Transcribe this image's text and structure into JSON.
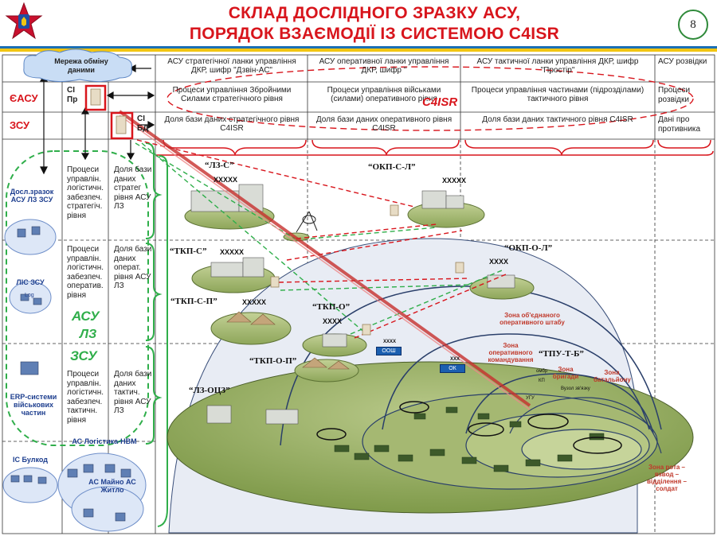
{
  "header": {
    "title_line1": "СКЛАД ДОСЛІДНОГО ЗРАЗКУ АСУ,",
    "title_line2": "ПОРЯДОК ВЗАЄМОДІЇ ІЗ СИСТЕМОЮ С4ISR",
    "page_number": "8"
  },
  "colors": {
    "accent_red": "#d8151c",
    "green": "#2f8a3a",
    "blue": "#1b6fb5",
    "yellow": "#f2c511"
  },
  "network": {
    "label": "Мережа обміну даними"
  },
  "rows": {
    "easu": "ЄАСУ",
    "zsu": "ЗСУ"
  },
  "si": {
    "pr": "СІ Пр",
    "bd": "СІ БД"
  },
  "columns": {
    "strategic": "АСУ стратегічної ланки управління ДКР, шифр \"Дзвін-АС\"",
    "operational": "АСУ оперативної ланки управління ДКР, шифр \"",
    "tactical": "АСУ тактичної ланки управління ДКР, шифр \"Простір\"",
    "intel": "АСУ розвідки"
  },
  "processes": {
    "strategic": "Процеси управління Збройними Силами стратегічного рівня",
    "operational": "Процеси управління військами (силами) оперативного рівня",
    "tactical": "Процеси управління частинами (підрозділами) тактичного рівня",
    "intel": "Процеси розвідки"
  },
  "databases": {
    "strategic": "Доля бази даних стратегічного рівня С4ISR",
    "operational": "Доля бази даних оперативного рівня С4ISR",
    "tactical": "Доля бази даних тактичного рівня С4ISR",
    "intel": "Дані про противника"
  },
  "c4isr_overlay": "С4ISR",
  "left_rows": {
    "r1_proc": "Процеси управлін. логістичн. забезпеч. стратегіч. рівня",
    "r1_db": "Доля бази даних стратег рівня АСУ ЛЗ",
    "r2_proc": "Процеси управлін. логістичн. забезпеч. оператив. рівня",
    "r2_db": "Доля бази даних операт. рівня АСУ ЛЗ",
    "r3_proc": "Процеси управлін. логістичн. забезпеч. тактичн. рівня",
    "r3_db": "Доля бази даних тактич. рівня АСУ ЛЗ"
  },
  "asu_lz": {
    "line1": "АСУ",
    "line2": "ЛЗ",
    "line3": "ЗСУ"
  },
  "left_systems": {
    "dosl": "Досл.зразок АСУ ЛЗ ЗСУ",
    "lis": "ЛІС ЗСУ",
    "lis_inner": "Log",
    "erp": "ERP-системи військових частин",
    "is_bulkod": "ІС Булкод",
    "as_log": "АС Логістика-НВМ",
    "as_majno": "АС Майно АС Житло"
  },
  "nodes": {
    "lz_s": "“ЛЗ-С”",
    "lz_s_x": "ХХХХХ",
    "okp_s_l": "“ОКП-С-Л”",
    "okp_s_l_x": "ХХХХХ",
    "tkp_s": "“ТКП-С”",
    "tkp_s_x": "ХХХХХ",
    "tkp_s_p": "“ТКП-С-П”",
    "tkp_s_p_x": "ХХХХХ",
    "tkp_o": "“ТКП-О”",
    "tkp_o_x": "ХХХХ",
    "okp_o_l": "“ОКП-О-Л”",
    "okp_o_l_x": "ХХХХ",
    "tkp_o_p": "“ТКП-О-П”",
    "tpu_t_b": "“ТПУ-Т-Б”",
    "lz_ots": "“ЛЗ-ОЦЗ”"
  },
  "boxes": {
    "oosh": "ООШ",
    "oosh_x": "ХХХХ",
    "ok": "ОК",
    "ok_x": "ХХХ"
  },
  "zones": {
    "united_staff": "Зона об'єднаного оперативного штабу",
    "op_command": "Зона оперативного командування",
    "brigade": "Зона бригади",
    "battalion": "Зона батальйону",
    "company": "Зона рота – взвод – відділення – солдат",
    "kp": "КП",
    "vuzol": "Вузол зв'язку",
    "ombr": "омбр",
    "ugu": "УГУ"
  }
}
